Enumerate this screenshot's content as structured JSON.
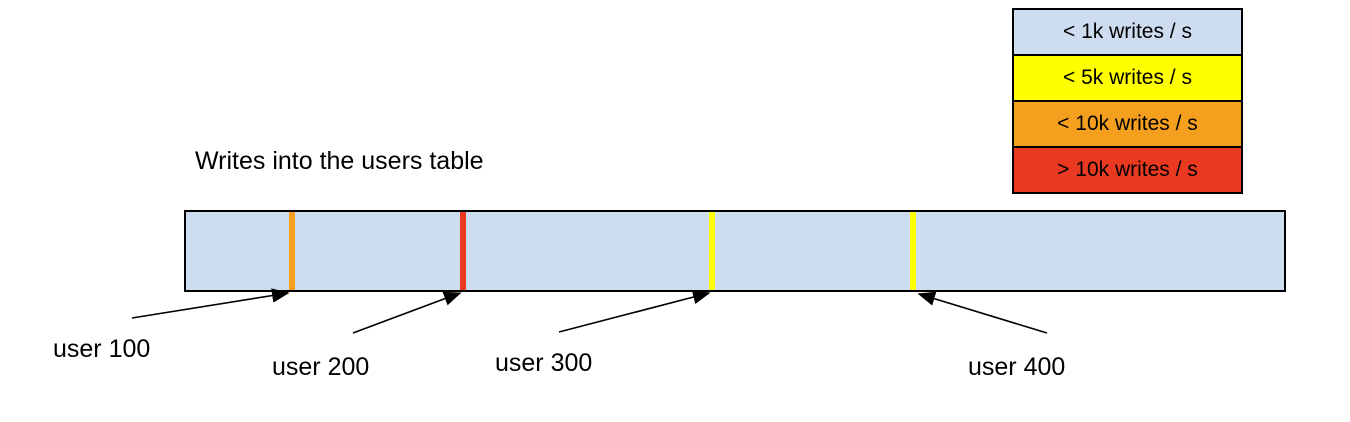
{
  "title": "Writes into the users table",
  "colors": {
    "bar_fill": "#CEDCEF",
    "border": "#000000",
    "background": "#FFFFFF"
  },
  "legend": {
    "items": [
      {
        "label": "< 1k writes / s",
        "color": "#CEDCEF"
      },
      {
        "label": "< 5k writes / s",
        "color": "#FFFF00"
      },
      {
        "label": "< 10k writes / s",
        "color": "#F4A01E"
      },
      {
        "label": "> 10k writes / s",
        "color": "#E93A21"
      }
    ]
  },
  "markers": [
    {
      "label": "user 100",
      "color": "#F4A01E"
    },
    {
      "label": "user 200",
      "color": "#E93A21"
    },
    {
      "label": "user 300",
      "color": "#FFFF00"
    },
    {
      "label": "user 400",
      "color": "#FFFF00"
    }
  ]
}
